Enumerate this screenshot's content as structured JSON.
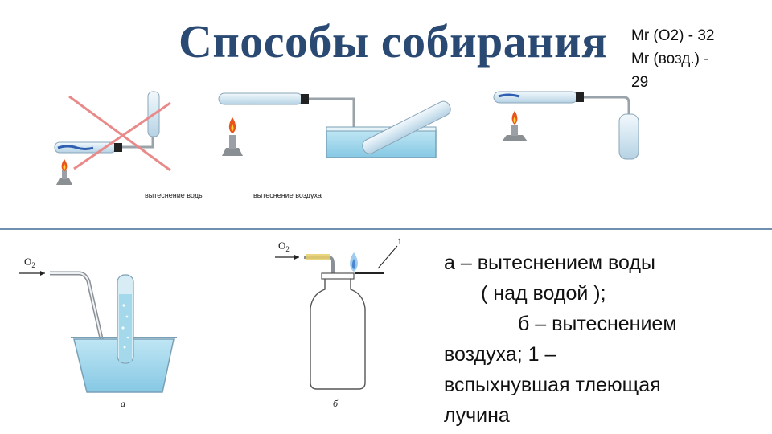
{
  "title": "Способы собирания",
  "molar_mass": {
    "line1": "Mr (O2) - 32",
    "line2": "Mr (возд.) -",
    "line3": "29"
  },
  "top_labels": {
    "water": "вытеснение воды",
    "air": "вытеснение воздуха"
  },
  "bottom_figure": {
    "o2_left": "O",
    "o2_left_sub": "2",
    "o2_right": "O",
    "o2_right_sub": "2",
    "label_a": "а",
    "label_b": "б",
    "label_1": "1"
  },
  "description": {
    "line1": "а – вытеснением  воды",
    "line2": "( над водой );",
    "line3": "б – вытеснением",
    "line4": "воздуха;  1 –",
    "line5": "вспыхнувшая тлеющая",
    "line6": "лучина"
  },
  "colors": {
    "title": "#2a4a73",
    "water": "#9fd6ea",
    "glass": "#dce9f2",
    "flame": "#e8541c",
    "cross": "#e88a8a",
    "divider": "#6f8fae"
  }
}
